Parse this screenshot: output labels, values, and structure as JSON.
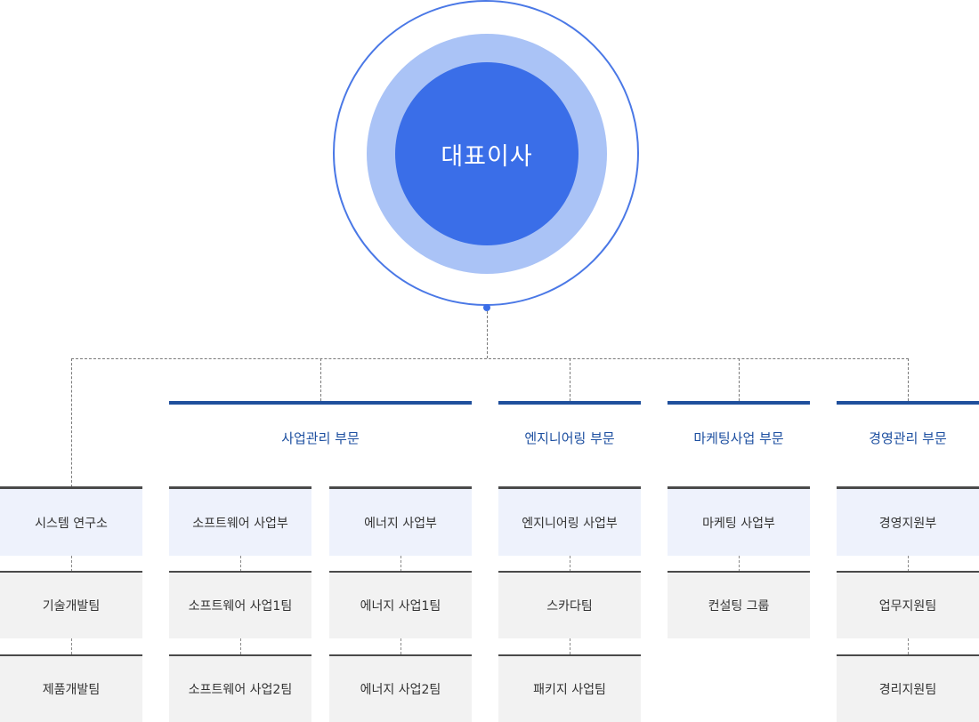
{
  "ceo": {
    "label": "대표이사"
  },
  "divisions": [
    {
      "title": "사업관리 부문"
    },
    {
      "title": "엔지니어링 부문"
    },
    {
      "title": "마케팅사업 부문"
    },
    {
      "title": "경영관리 부문"
    }
  ],
  "columns": [
    {
      "dept": "시스템 연구소",
      "teams": [
        "기술개발팀",
        "제품개발팀"
      ]
    },
    {
      "dept": "소프트웨어 사업부",
      "teams": [
        "소프트웨어 사업1팀",
        "소프트웨어 사업2팀"
      ]
    },
    {
      "dept": "에너지 사업부",
      "teams": [
        "에너지 사업1팀",
        "에너지 사업2팀"
      ]
    },
    {
      "dept": "엔지니어링 사업부",
      "teams": [
        "스카다팀",
        "패키지 사업팀"
      ]
    },
    {
      "dept": "마케팅 사업부",
      "teams": [
        "컨설팅 그룹"
      ]
    },
    {
      "dept": "경영지원부",
      "teams": [
        "업무지원팀",
        "경리지원팀"
      ]
    }
  ],
  "colors": {
    "ceo_inner": "#3a6ee8",
    "ceo_ring": "#aac3f6",
    "division_accent": "#1f4f9c",
    "dept_bg": "#eef2fc",
    "team_bg": "#f2f2f2"
  }
}
